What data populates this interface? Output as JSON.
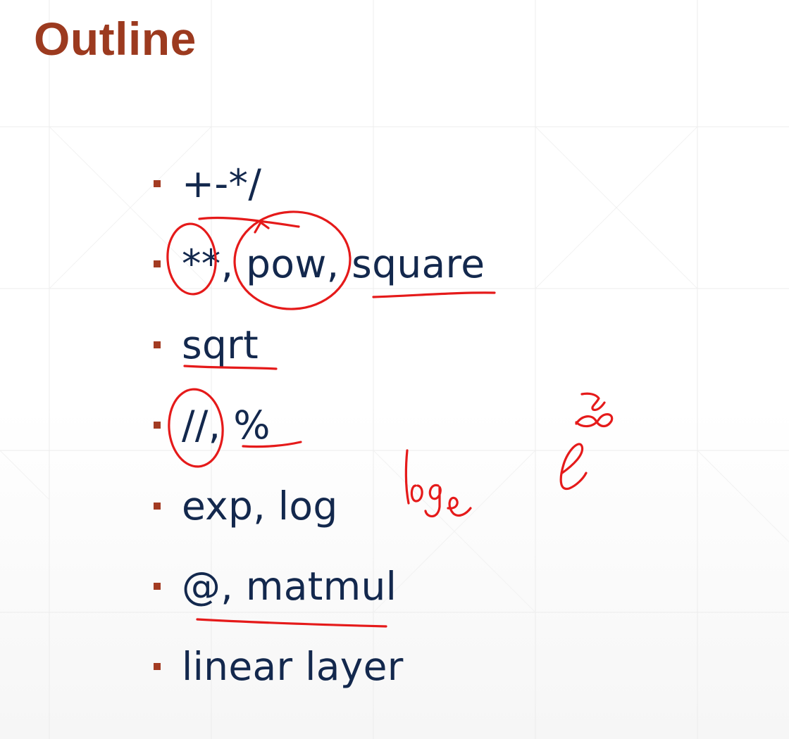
{
  "slide": {
    "title": "Outline",
    "accent_color": "#9c3a1f",
    "text_color": "#13284d",
    "annotation_color": "#e51a1a",
    "bullets": [
      {
        "text": "+-*/"
      },
      {
        "text": "**, pow, square"
      },
      {
        "text": "sqrt"
      },
      {
        "text": "//, %"
      },
      {
        "text": "exp, log"
      },
      {
        "text": "@, matmul"
      },
      {
        "text": "linear layer"
      }
    ],
    "handwritten_notes": [
      "loge",
      "e^n∞"
    ]
  }
}
